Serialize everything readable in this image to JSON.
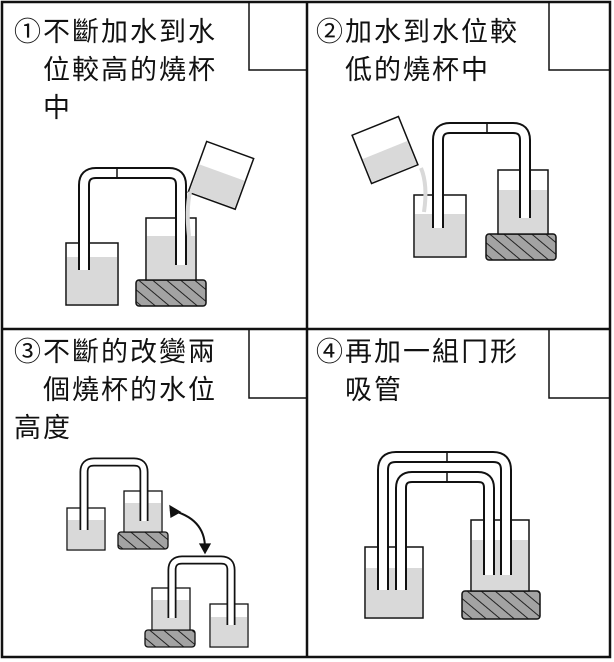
{
  "panels": [
    {
      "number": "①",
      "caption_line1": "不斷加水到水",
      "caption_line2": "位較高的燒杯",
      "caption_line3": "中"
    },
    {
      "number": "②",
      "caption_line1": "加水到水位較",
      "caption_line2": "低的燒杯中",
      "caption_line3": ""
    },
    {
      "number": "③",
      "caption_line1": "不斷的改變兩",
      "caption_line2": "個燒杯的水位",
      "caption_line3": "高度"
    },
    {
      "number": "④",
      "caption_line1": "再加一組冂形",
      "caption_line2": "吸管",
      "caption_line3": ""
    }
  ],
  "colors": {
    "line": "#111111",
    "water": "#d9d9d9",
    "glass": "#ffffff",
    "stand": "#8a8a8a",
    "tube": "#ffffff"
  }
}
